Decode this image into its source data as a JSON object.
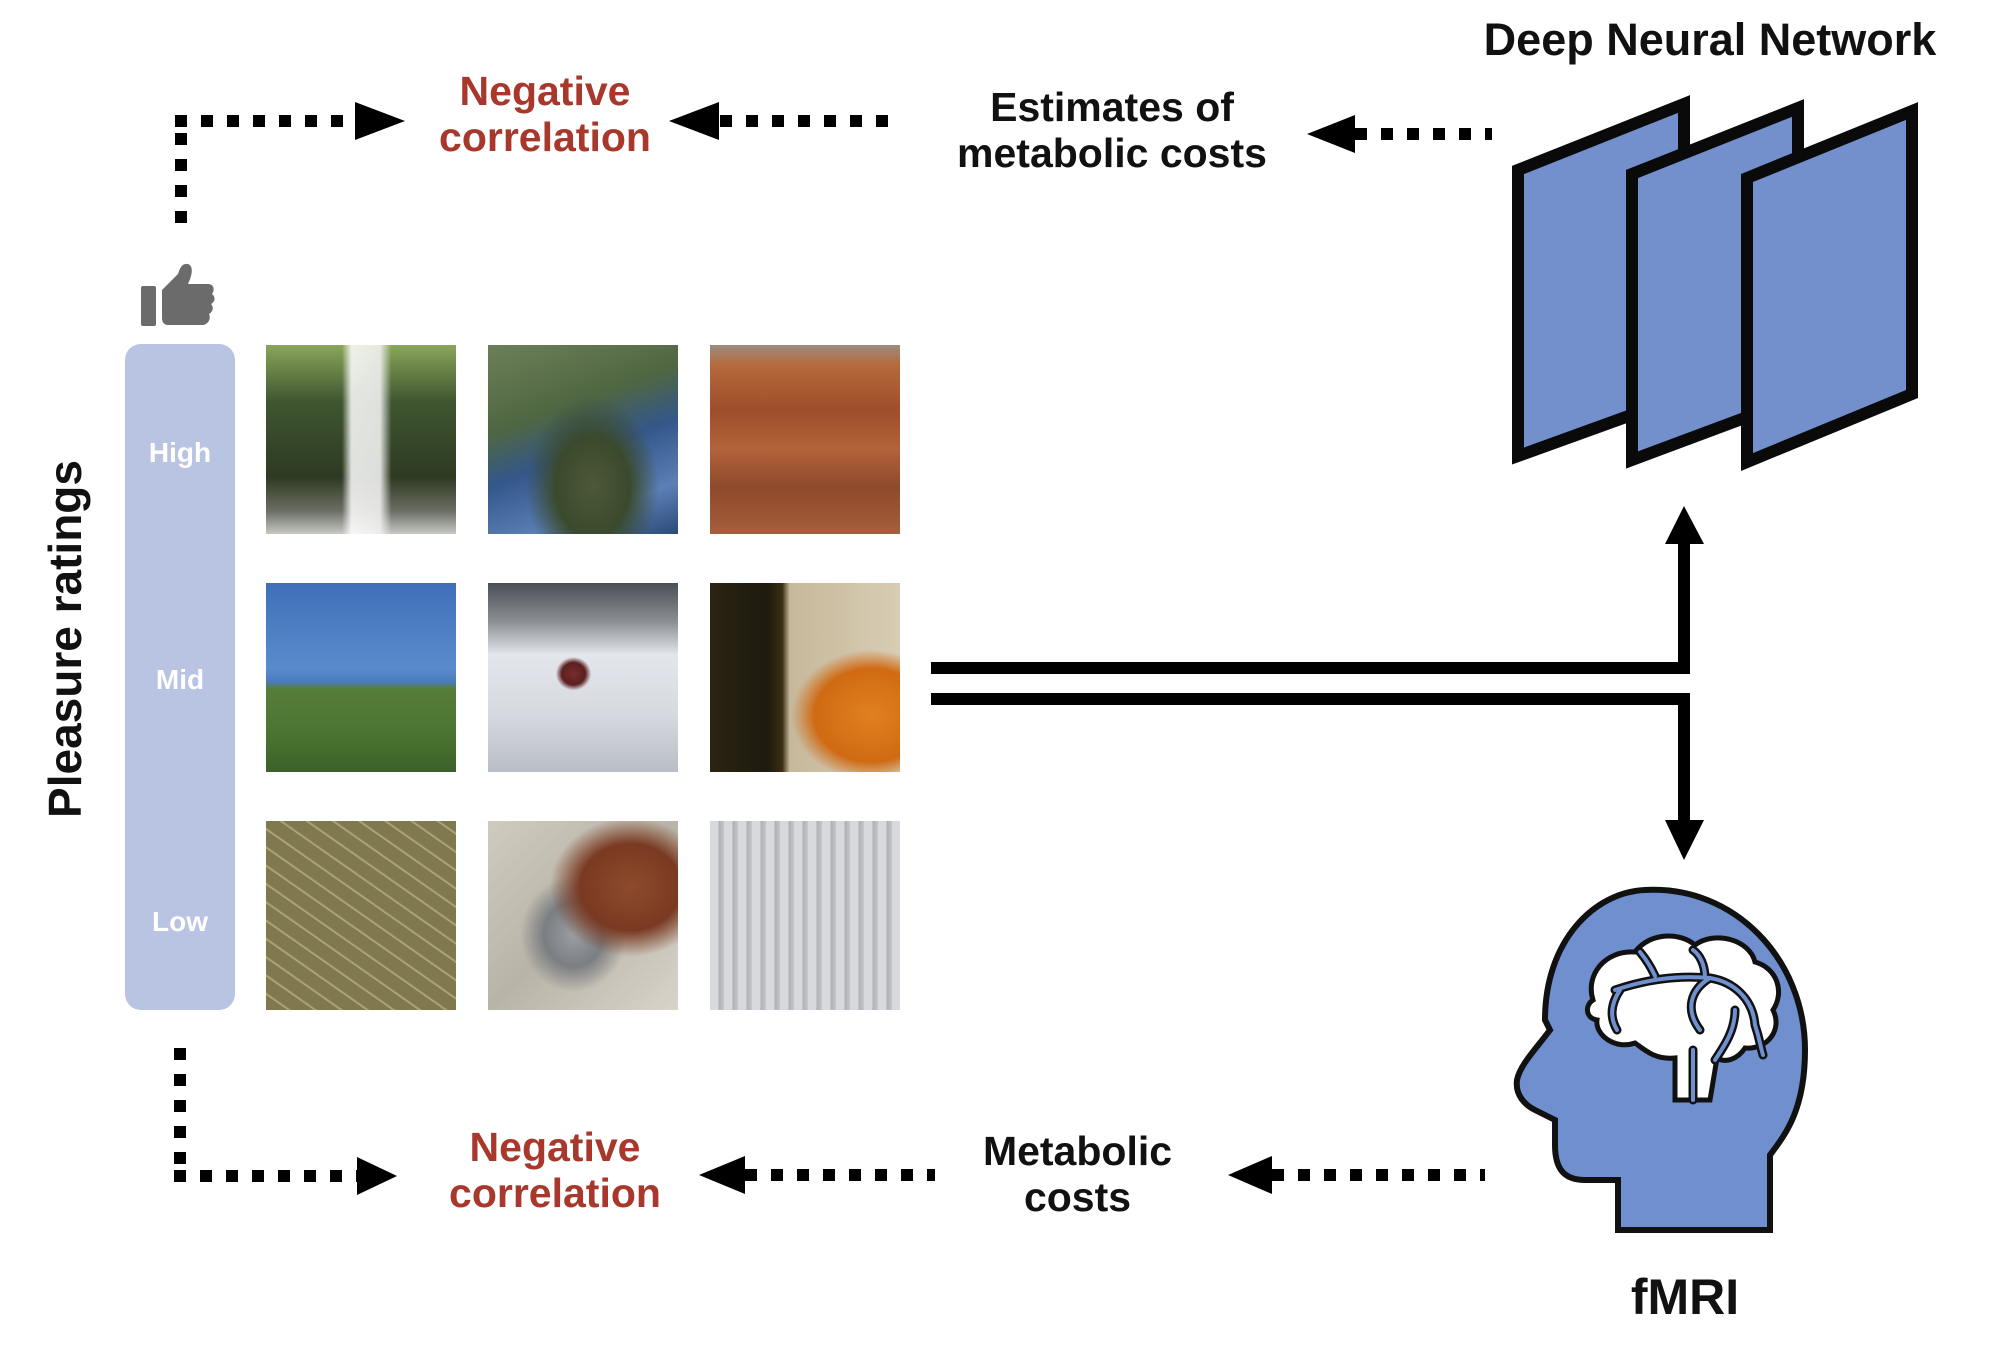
{
  "figure": {
    "dnn_title": "Deep Neural Network",
    "fmri_label": "fMRI",
    "y_axis_label": "Pleasure ratings",
    "rating_levels": [
      "High",
      "Mid",
      "Low"
    ],
    "top_flow": {
      "correlation_line1": "Negative",
      "correlation_line2": "correlation",
      "estimate_line1": "Estimates of",
      "estimate_line2": "metabolic costs"
    },
    "bottom_flow": {
      "correlation_line1": "Negative",
      "correlation_line2": "correlation",
      "cost_line1": "Metabolic",
      "cost_line2": "costs"
    },
    "image_grid": [
      [
        "waterfall",
        "coastline",
        "canyon"
      ],
      [
        "tennis players",
        "snowboarder",
        "beer bottle and orange"
      ],
      [
        "abstract pattern",
        "belt buckle",
        "radiator heater"
      ]
    ],
    "icons": [
      "thumbs-up-icon",
      "neural-network-layers-icon",
      "head-brain-icon"
    ],
    "colors": {
      "accent_red": "#A8372C",
      "layer_blue": "#7390CD",
      "head_blue": "#6F8FCF",
      "rating_bar": "#B8C4E2",
      "thumb_gray": "#6B6B6B"
    }
  }
}
